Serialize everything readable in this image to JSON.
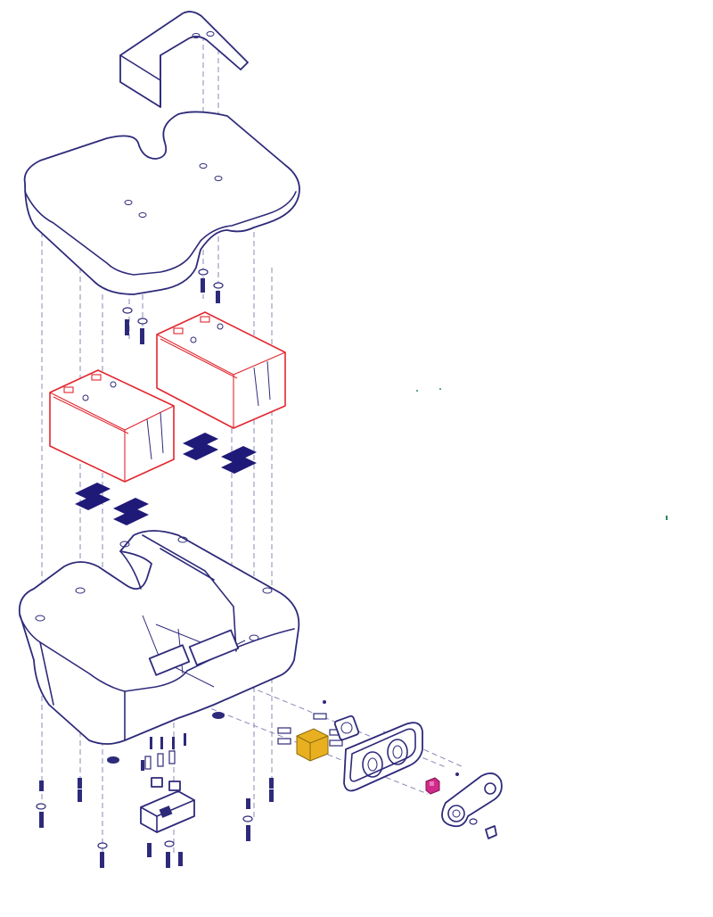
{
  "diagram": {
    "line_color": "#2e2a7a",
    "battery_color": "#e2262e",
    "pad_color": "#1f1a78",
    "relay_color": "#e8b020",
    "fuse_color": "#d02a8a",
    "parts": [
      {
        "name": "seat-post-housing"
      },
      {
        "name": "battery-box-lid"
      },
      {
        "name": "battery-rear"
      },
      {
        "name": "battery-front"
      },
      {
        "name": "battery-pads"
      },
      {
        "name": "battery-box-base"
      },
      {
        "name": "connector-block"
      },
      {
        "name": "relay"
      },
      {
        "name": "charger-port-panel"
      },
      {
        "name": "circuit-breaker-fuse"
      },
      {
        "name": "key-switch-plate"
      },
      {
        "name": "fastening-hardware"
      }
    ]
  }
}
